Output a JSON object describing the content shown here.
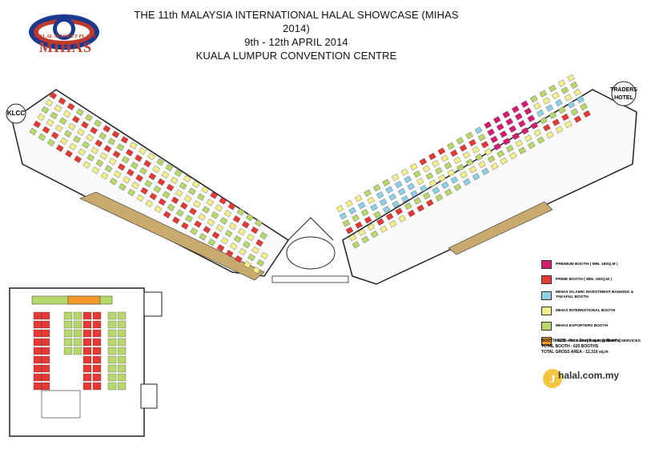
{
  "header": {
    "line1": "THE 11th MALAYSIA INTERNATIONAL HALAL SHOWCASE (MIHAS 2014)",
    "line2": "9th - 12th APRIL 2014",
    "line3": "KUALA LUMPUR CONVENTION CENTRE"
  },
  "logo": {
    "sub": "HALAL MARKET PLACE",
    "main": "MIHAS"
  },
  "landmarks": {
    "left": "KLCC",
    "right": "TRADERS HOTEL"
  },
  "legend": [
    {
      "label": "PREMIUM BOOTH ( Min. 18sq.m )",
      "color": "#d81b72"
    },
    {
      "label": "PRIME BOOTH ( Min. 18sq.m )",
      "color": "#e53935"
    },
    {
      "label": "MIHAS ISLAMIC INVESTMENT BANKING & TAKAFUL BOOTH",
      "color": "#8fd0e6"
    },
    {
      "label": "MIHAS INTERNATIONAL BOOTH",
      "color": "#f3ef8c"
    },
    {
      "label": "MIHAS EXPORTERS BOOTH",
      "color": "#b7d86a"
    },
    {
      "label": "FOOD PACKAGING, MACHINERY & SERVICES",
      "color": "#f39a2a"
    }
  ],
  "notes": {
    "booth_size": "BOOTH SIZE - 3m x 3m ( 9sq.m @ Booth )",
    "total_booth": "TOTAL BOOTH - 620 BOOTHS",
    "gross_area": "TOTAL GROSS AREA - 12,310 sq.m"
  },
  "website": "halal.com.my",
  "colors": {
    "premium": "#d81b72",
    "prime": "#e53935",
    "islamic": "#8fd0e6",
    "international": "#f3ef8c",
    "exporters": "#b7d86a",
    "packaging": "#f39a2a",
    "corridor": "#c8a96e",
    "wall": "#222222"
  }
}
